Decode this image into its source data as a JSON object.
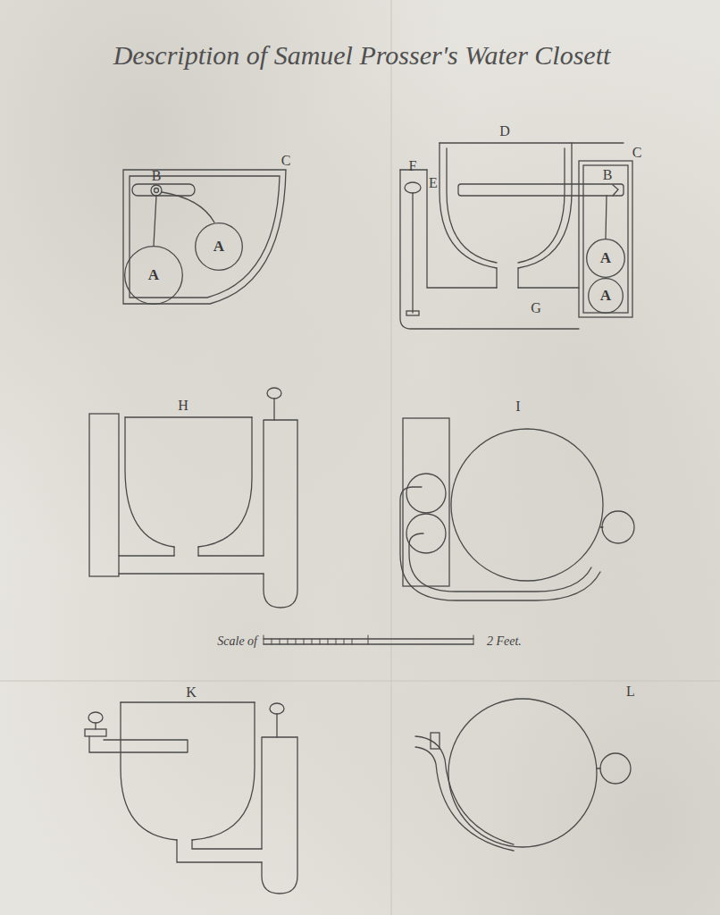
{
  "diagram": {
    "title": "Description of Samuel Prosser's Water Closett",
    "nodes": [
      {
        "text": [
          "A"
        ]
      },
      {
        "text": [
          "A"
        ]
      },
      {
        "text": [
          "A"
        ]
      },
      {
        "text": [
          "A"
        ]
      }
    ],
    "labels": [
      "B",
      "C",
      "F",
      "D",
      "E",
      "B",
      "C",
      "G",
      "H",
      "I",
      "Scale of",
      "2 Feet.",
      "K",
      "L"
    ]
  }
}
